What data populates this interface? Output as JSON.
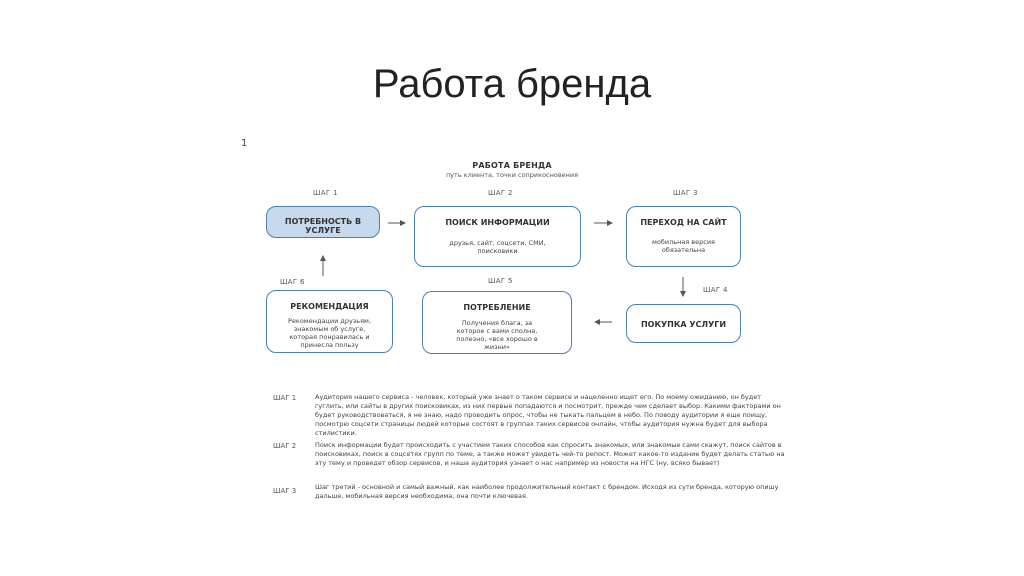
{
  "slide": {
    "title": "Работа бренда",
    "page_number": "1"
  },
  "diagram": {
    "title": "РАБОТА БРЕНДА",
    "subtitle": "путь клиента, точки соприкосновения",
    "steps": [
      {
        "label": "ШАГ 1",
        "title": "ПОТРЕБНОСТЬ В УСЛУГЕ",
        "desc": ""
      },
      {
        "label": "ШАГ 2",
        "title": "ПОИСК ИНФОРМАЦИИ",
        "desc": "друзья, сайт, соцсети, СМИ, поисковики"
      },
      {
        "label": "ШАГ 3",
        "title": "ПЕРЕХОД НА САЙТ",
        "desc": "мобильная версия обязательна"
      },
      {
        "label": "ШАГ 4",
        "title": "ПОКУПКА УСЛУГИ",
        "desc": ""
      },
      {
        "label": "ШАГ 5",
        "title": "ПОТРЕБЛЕНИЕ",
        "desc": "Получения блага, за которое с вами сполна, полезно, «все хорошо в жизни»"
      },
      {
        "label": "ШАГ 6",
        "title": "РЕКОМЕНДАЦИЯ",
        "desc": "Рекомендации друзьям, знакомым об услуге, которая понравилась и принесла пользу"
      }
    ]
  },
  "descriptions": [
    {
      "step": "ШАГ 1",
      "text": "Аудитория нашего сервиса - человек, который уже знает о таком сервисе и нацеленно ищет его. По моему ожиданию, он будет гуглить, или сайты в других поисковиках, из них первые попадаются и посмотрит, прежде чем сделает выбор. Какими факторами он будет руководствоваться, я не знаю, надо проводить опрос, чтобы не тыкать пальцем в небо. По поводу аудитории я еще поищу, посмотрю соцсети страницы людей которые состоят в группах таких сервисов онлайн, чтобы аудитория нужна будет для выбора стилистики."
    },
    {
      "step": "ШАГ 2",
      "text": "Поиск информации будет происходить с участием таких способов как спросить знакомых, или знакомые сами скажут, поиск сайтов в поисковиках, поиск в соцсетях групп по теме, а также может увидеть чей-то репост. Может какое-то издание будет делать статью на эту тему и проведет обзор сервисов, и наша аудитория узнает о нас например из новости на НГС (ну, всяко бывает)"
    },
    {
      "step": "ШАГ 3",
      "text": "Шаг третий - основной и самый важный, как наиболее продолжительный контакт с брендом. Исходя из сути бренда, которую опишу дальше, мобильная версия необходима, она почти ключевая."
    }
  ],
  "colors": {
    "box_border": "#4e7fae",
    "box_fill_active": "#c7d9ec",
    "arrow": "#555555"
  }
}
